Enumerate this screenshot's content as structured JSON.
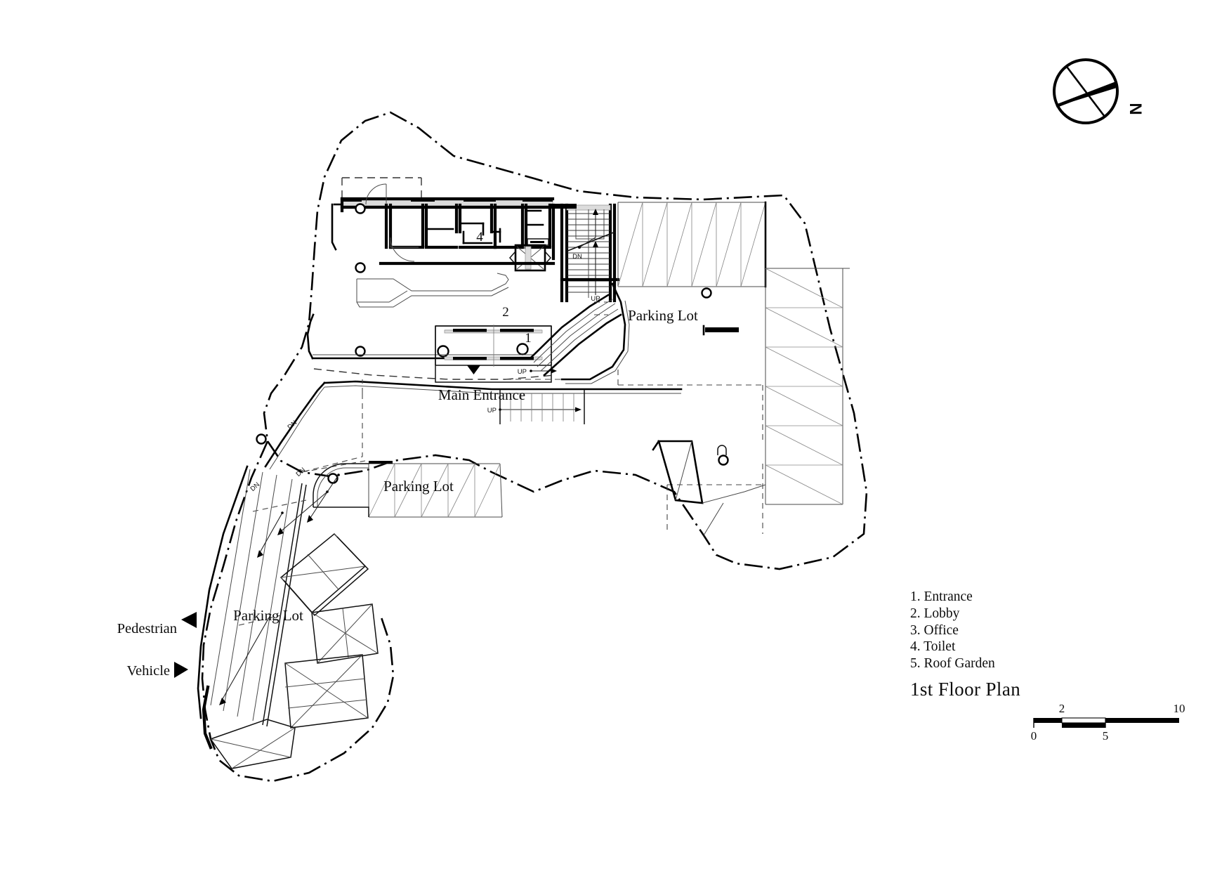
{
  "sheet": {
    "title": "1st Floor Plan",
    "background": "#ffffff",
    "ink": "#000000"
  },
  "north_arrow": {
    "name": "north-arrow",
    "label": "N"
  },
  "legend": {
    "items": [
      "1. Entrance",
      "2. Lobby",
      "3. Office",
      "4. Toilet",
      "5. Roof Garden"
    ]
  },
  "scale_bar": {
    "ticks": [
      "0",
      "2",
      "5",
      "10"
    ],
    "units": ""
  },
  "plan_labels": {
    "main_entrance": "Main Entrance",
    "parking_lot_upper": "Parking Lot",
    "parking_lot_mid": "Parking Lot",
    "parking_lot_lower": "Parking Lot",
    "room_number_lobby": "2",
    "room_number_entrance": "1",
    "room_number_toilet": "4"
  },
  "access_labels": {
    "pedestrian": "Pedestrian",
    "vehicle": "Vehicle"
  },
  "level_markers": {
    "stair_dn": "DN",
    "stair_up": "UP",
    "ramp_up_1": "UP",
    "ramp_up_2": "UP",
    "ramp_dn_1": "DN",
    "ramp_dn_2": "DN",
    "ramp_dn_3": "DN"
  }
}
